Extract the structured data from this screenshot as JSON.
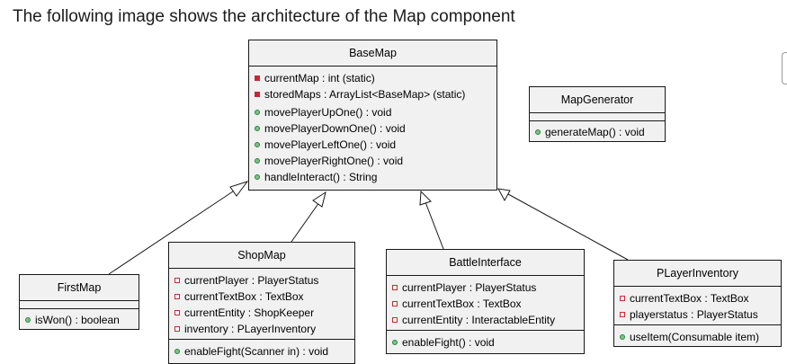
{
  "heading": "The following image shows the architecture of the Map component",
  "classes": {
    "basemap": {
      "name": "BaseMap",
      "fields": [
        {
          "vis": "private-static",
          "text": "currentMap : int (static)"
        },
        {
          "vis": "private-static",
          "text": "storedMaps : ArrayList<BaseMap> (static)"
        }
      ],
      "methods": [
        {
          "vis": "public",
          "text": "movePlayerUpOne() : void"
        },
        {
          "vis": "public",
          "text": "movePlayerDownOne() : void"
        },
        {
          "vis": "public",
          "text": "movePlayerLeftOne() : void"
        },
        {
          "vis": "public",
          "text": "movePlayerRightOne() : void"
        },
        {
          "vis": "public",
          "text": "handleInteract() : String"
        }
      ]
    },
    "mapgenerator": {
      "name": "MapGenerator",
      "methods": [
        {
          "vis": "public",
          "text": "generateMap() : void"
        }
      ]
    },
    "firstmap": {
      "name": "FirstMap",
      "methods": [
        {
          "vis": "public",
          "text": "isWon() : boolean"
        }
      ]
    },
    "shopmap": {
      "name": "ShopMap",
      "fields": [
        {
          "vis": "private",
          "text": "currentPlayer : PlayerStatus"
        },
        {
          "vis": "private",
          "text": "currentTextBox : TextBox"
        },
        {
          "vis": "private",
          "text": "currentEntity : ShopKeeper"
        },
        {
          "vis": "private",
          "text": "inventory : PLayerInventory"
        }
      ],
      "methods": [
        {
          "vis": "public",
          "text": "enableFight(Scanner in) : void"
        }
      ]
    },
    "battleinterface": {
      "name": "BattleInterface",
      "fields": [
        {
          "vis": "private",
          "text": "currentPlayer : PlayerStatus"
        },
        {
          "vis": "private",
          "text": "currentTextBox : TextBox"
        },
        {
          "vis": "private",
          "text": "currentEntity : InteractableEntity"
        }
      ],
      "methods": [
        {
          "vis": "public",
          "text": "enableFight() : void"
        }
      ]
    },
    "playerinventory": {
      "name": "PLayerInventory",
      "fields": [
        {
          "vis": "private",
          "text": "currentTextBox : TextBox"
        },
        {
          "vis": "private",
          "text": "playerstatus : PlayerStatus"
        }
      ],
      "methods": [
        {
          "vis": "public",
          "text": "useItem(Consumable item)"
        }
      ]
    }
  },
  "colors": {
    "box_fill": "#f1f1f1",
    "border": "#181818",
    "private_marker": "#c82930",
    "public_marker_fill": "#84be84",
    "public_marker_border": "#1e8a3b",
    "edge": "#181818"
  },
  "relations": [
    {
      "from": "FirstMap",
      "to": "BaseMap",
      "type": "inheritance"
    },
    {
      "from": "ShopMap",
      "to": "BaseMap",
      "type": "inheritance"
    },
    {
      "from": "BattleInterface",
      "to": "BaseMap",
      "type": "inheritance"
    },
    {
      "from": "PLayerInventory",
      "to": "BaseMap",
      "type": "inheritance"
    }
  ]
}
